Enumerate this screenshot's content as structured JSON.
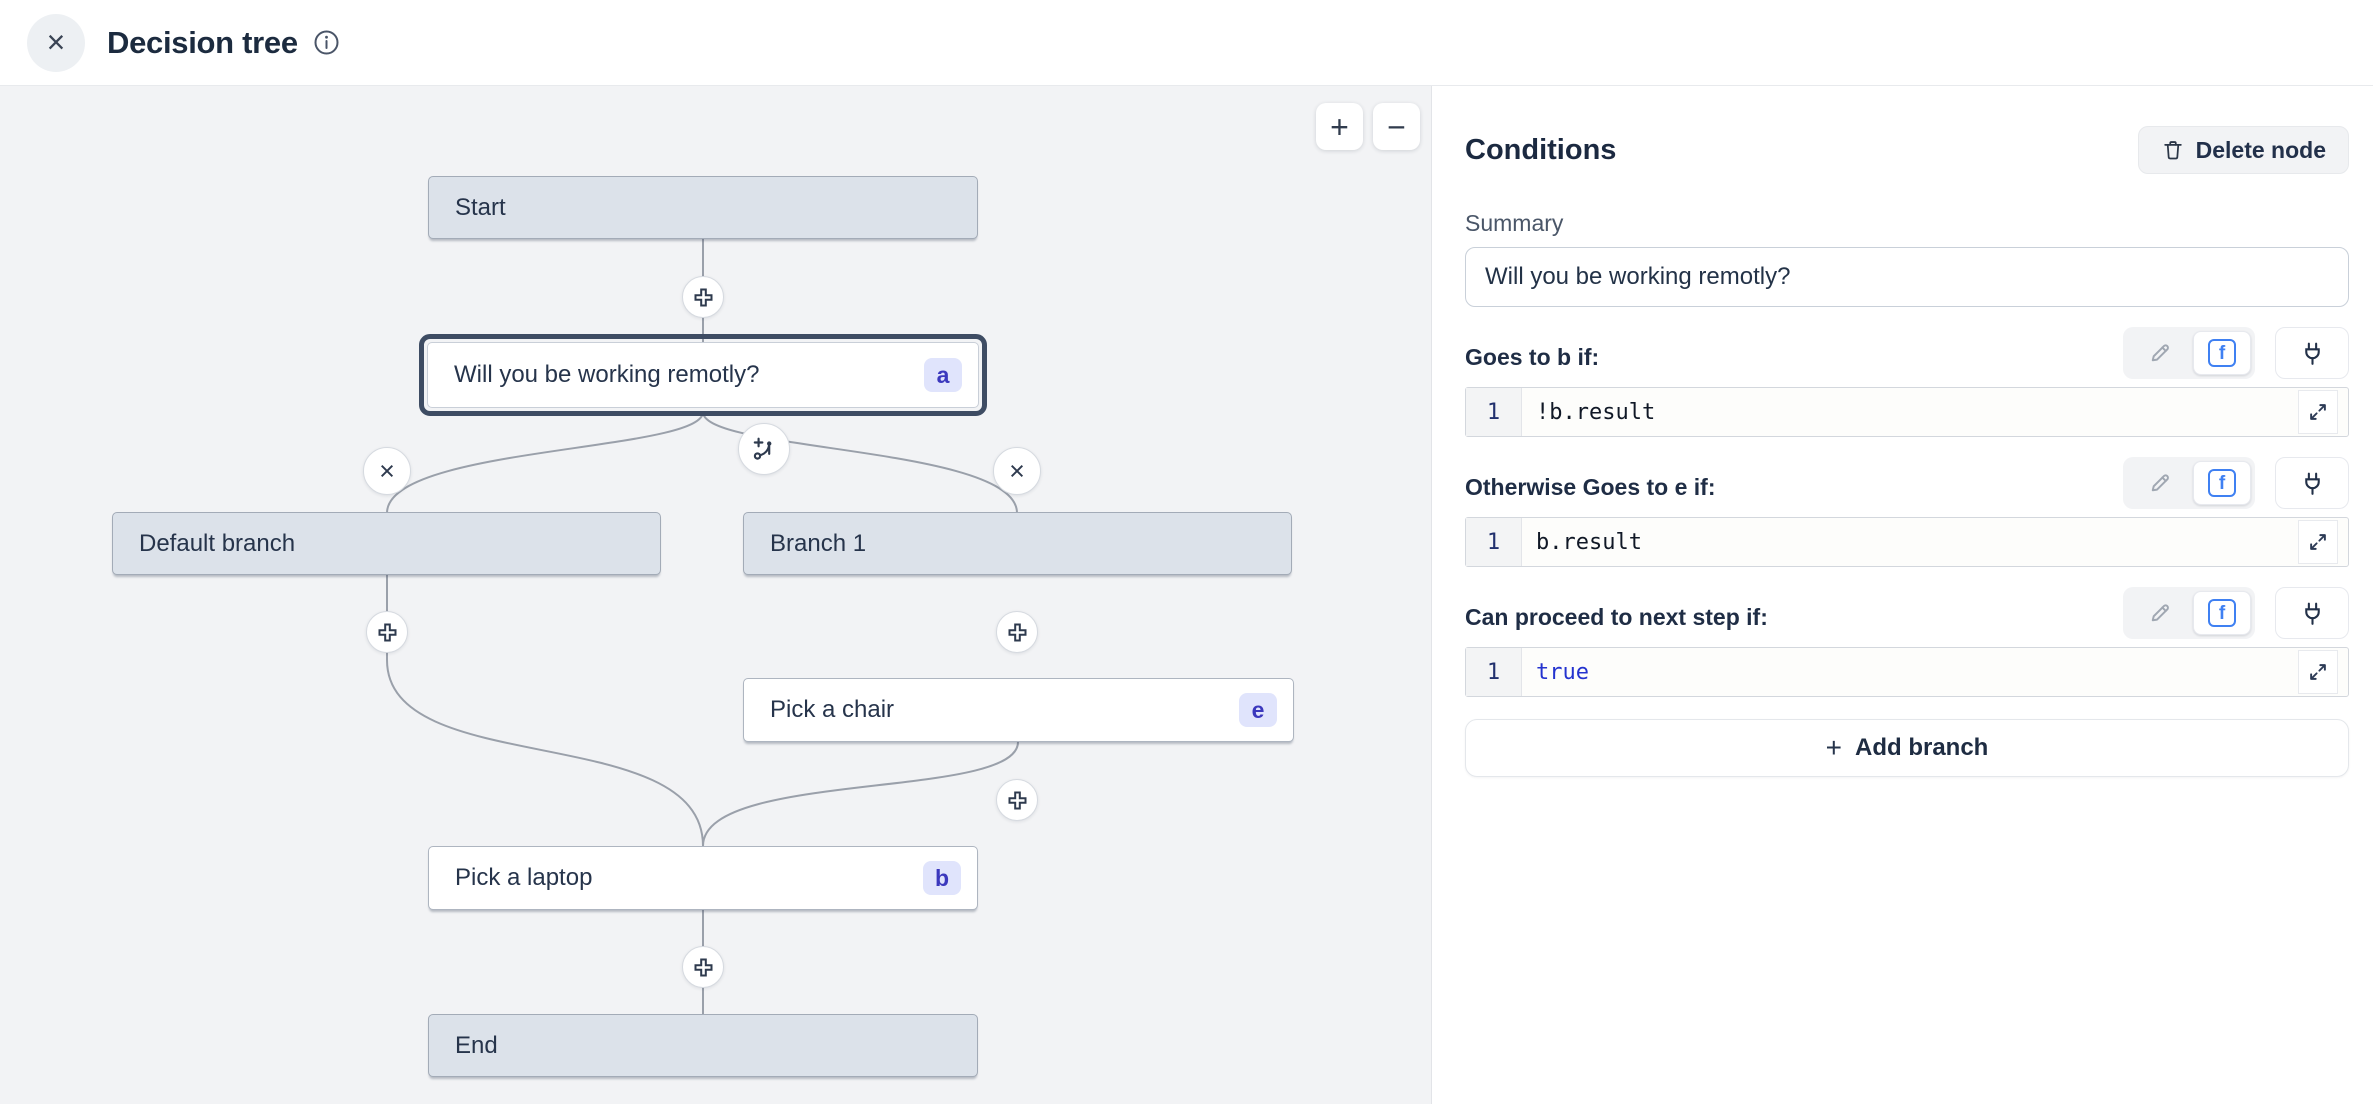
{
  "header": {
    "title": "Decision tree"
  },
  "icons": {
    "close": "×",
    "zoom_in": "+",
    "zoom_out": "−",
    "delete_edge": "×",
    "fx_glyph": "f"
  },
  "canvas": {
    "nodes": {
      "start": {
        "label": "Start"
      },
      "decision": {
        "label": "Will you be working remotly?",
        "badge": "a"
      },
      "default_branch": {
        "label": "Default branch"
      },
      "branch_1": {
        "label": "Branch 1"
      },
      "pick_chair": {
        "label": "Pick a chair",
        "badge": "e"
      },
      "pick_laptop": {
        "label": "Pick a laptop",
        "badge": "b"
      },
      "end": {
        "label": "End"
      }
    }
  },
  "panel": {
    "title": "Conditions",
    "delete_button_label": "Delete node",
    "summary_label": "Summary",
    "summary_value": "Will you be working remotly?",
    "conditions": [
      {
        "label": "Goes to b if:",
        "line_number": "1",
        "code": "!b.result"
      },
      {
        "label": "Otherwise Goes to e if:",
        "line_number": "1",
        "code": "b.result"
      },
      {
        "label": "Can proceed to next step if:",
        "line_number": "1",
        "code": "true"
      }
    ],
    "add_branch_plus": "+",
    "add_branch_label": "Add branch"
  },
  "colors": {
    "accent_blue": "#3f80f2",
    "keyword_blue": "#2433cf",
    "badge_bg": "#e0e4fc",
    "badge_text": "#3b38bd",
    "node_gray": "#dce2ea",
    "selected_border": "#3e4c63",
    "canvas_bg": "#f2f3f5"
  }
}
